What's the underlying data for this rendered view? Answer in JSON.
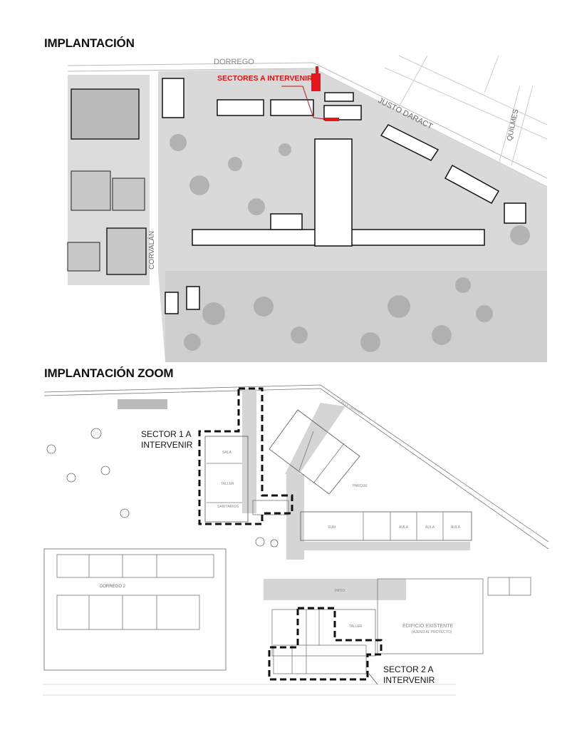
{
  "sections": [
    {
      "title": "IMPLANTACIÓN"
    },
    {
      "title": "IMPLANTACIÓN ZOOM"
    }
  ],
  "site_plan": {
    "streets": [
      "DORREGO",
      "JUSTO DARACT",
      "QUILMES",
      "CORVALÁN"
    ],
    "callout": "SECTORES A INTERVENIR",
    "highlight_color": "#e8141b"
  },
  "zoom_plan": {
    "sector1": [
      "SECTOR 1 A",
      "INTERVENIR"
    ],
    "sector2": [
      "SECTOR 2 A",
      "INTERVENIR"
    ],
    "existing_building": "EDIFICIO EXISTENTE",
    "existing_note": "(AJENO AL PROYECTO)",
    "neighbor": "DORREGO 2",
    "rooms": {
      "sum": "SUM",
      "aula1": "AULA",
      "aula2": "AULA",
      "aula3": "AULA",
      "patio": "PATIO",
      "parque": "PARQUE",
      "sala": "SALA",
      "taller": "TALLER",
      "taller2": "TALLER",
      "sanitarios": "SANITARIOS",
      "calle": "CALLE DARACT"
    }
  }
}
